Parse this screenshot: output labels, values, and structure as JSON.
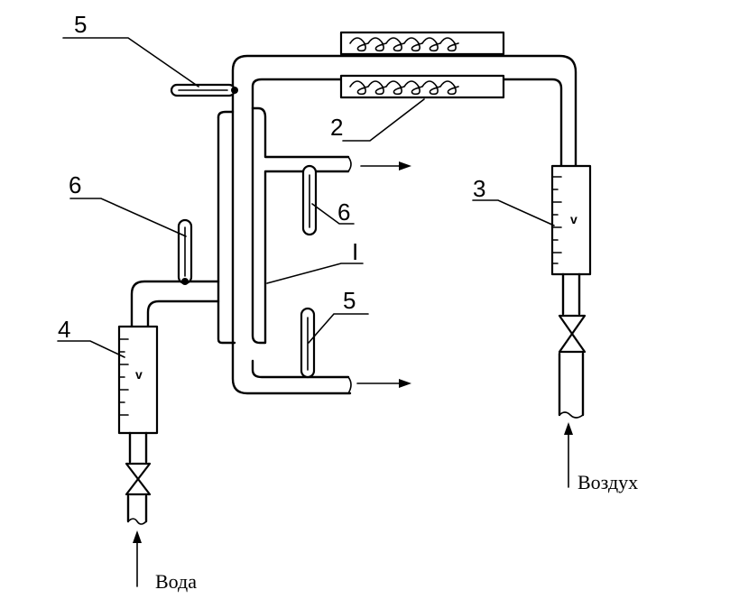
{
  "labels": {
    "heater_2": "2",
    "thermometer_top_5": "5",
    "rotameter_air_3": "3",
    "thermometer_left_6": "6",
    "thermometer_mid_6": "6",
    "column_I": "I",
    "thermometer_bottom_5": "5",
    "rotameter_water_4": "4"
  },
  "captions": {
    "water": "Вода",
    "air": "Воздух"
  },
  "rotameter_mark": "v"
}
